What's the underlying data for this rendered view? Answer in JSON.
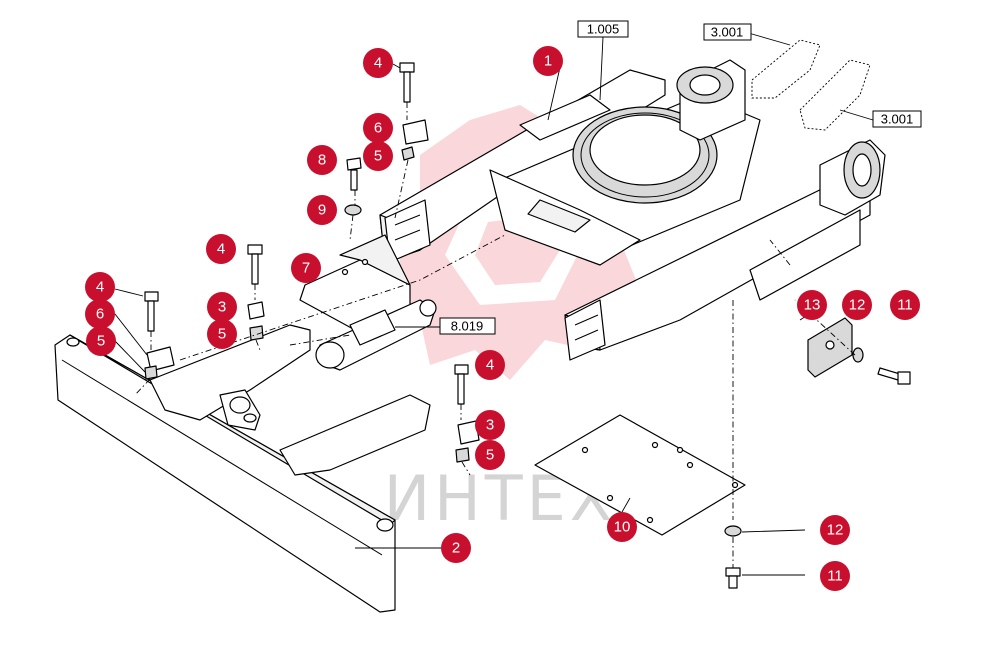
{
  "watermark": {
    "text": "ИНТЕХ",
    "color": "#f3a7ae"
  },
  "accent_color": "#c8102e",
  "callouts": [
    {
      "id": "c1",
      "label": "1"
    },
    {
      "id": "c2",
      "label": "2"
    },
    {
      "id": "c3a",
      "label": "3"
    },
    {
      "id": "c3b",
      "label": "3"
    },
    {
      "id": "c4a",
      "label": "4"
    },
    {
      "id": "c4b",
      "label": "4"
    },
    {
      "id": "c4c",
      "label": "4"
    },
    {
      "id": "c4d",
      "label": "4"
    },
    {
      "id": "c5a",
      "label": "5"
    },
    {
      "id": "c5b",
      "label": "5"
    },
    {
      "id": "c5c",
      "label": "5"
    },
    {
      "id": "c5d",
      "label": "5"
    },
    {
      "id": "c6a",
      "label": "6"
    },
    {
      "id": "c6b",
      "label": "6"
    },
    {
      "id": "c7",
      "label": "7"
    },
    {
      "id": "c8",
      "label": "8"
    },
    {
      "id": "c9",
      "label": "9"
    },
    {
      "id": "c10",
      "label": "10"
    },
    {
      "id": "c11a",
      "label": "11"
    },
    {
      "id": "c11b",
      "label": "11"
    },
    {
      "id": "c12a",
      "label": "12"
    },
    {
      "id": "c12b",
      "label": "12"
    },
    {
      "id": "c13",
      "label": "13"
    }
  ],
  "references": [
    {
      "id": "r1",
      "label": "1.005"
    },
    {
      "id": "r2",
      "label": "3.001"
    },
    {
      "id": "r3",
      "label": "3.001"
    },
    {
      "id": "r4",
      "label": "8.019"
    }
  ]
}
